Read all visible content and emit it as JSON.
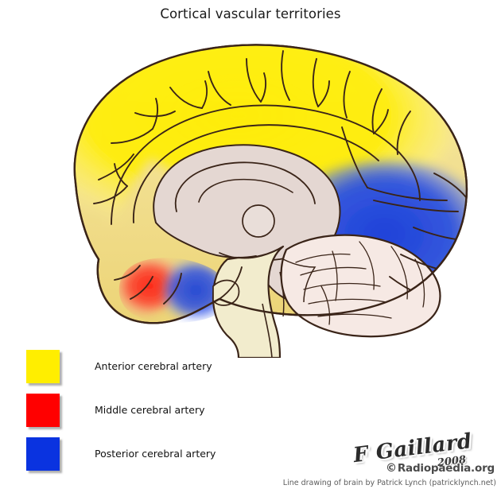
{
  "title": "Cortical vascular territories",
  "colors": {
    "aca": "#FFEE00",
    "mca": "#FF0000",
    "pca": "#0a33e0",
    "outline": "#3a2418",
    "cortex_fill": "#f3e08a",
    "callosum_fill": "#e4d7d2",
    "brainstem_fill": "#f2eccd",
    "cerebellum_fill": "#f6e9e4",
    "background": "#ffffff"
  },
  "legend": {
    "items": [
      {
        "label": "Anterior cerebral artery",
        "color": "#FFEE00",
        "swatch_name": "legend-swatch-aca"
      },
      {
        "label": "Middle cerebral artery",
        "color": "#FF0000",
        "swatch_name": "legend-swatch-mca"
      },
      {
        "label": "Posterior cerebral artery",
        "color": "#0a33e0",
        "swatch_name": "legend-swatch-pca"
      }
    ]
  },
  "watermark": {
    "signature": "F Gaillard",
    "year": "2008",
    "site_symbol": "©",
    "site": "Radiopaedia.org",
    "attribution": "Line drawing of brain by Patrick Lynch (patricklynch.net)"
  },
  "figure": {
    "description": "Midsagittal line drawing of the brain with cortical arterial territories shaded",
    "regions": [
      {
        "name": "anterior-cerebral-artery-territory",
        "color": "#FFEE00"
      },
      {
        "name": "middle-cerebral-artery-territory",
        "color": "#FF0000"
      },
      {
        "name": "posterior-cerebral-artery-territory",
        "color": "#0a33e0"
      }
    ]
  }
}
